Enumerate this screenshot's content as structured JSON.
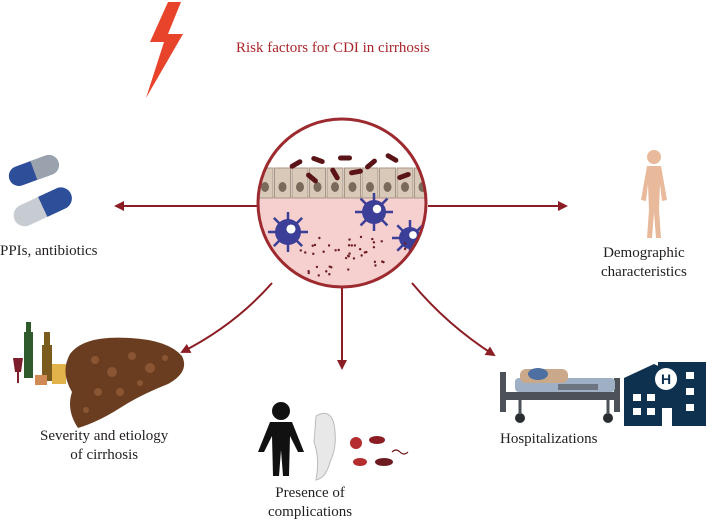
{
  "title": "Risk factors for CDI in cirrhosis",
  "colors": {
    "title": "#a8262b",
    "arrow": "#8b1d24",
    "lightning": "#e8442c",
    "circle_border": "#9c2a2f",
    "tissue_top": "#d9c9b9",
    "tissue_bottom": "#f6cfcf",
    "immune_cell": "#3b3f97",
    "liver": "#6b3d20",
    "hospital": "#0f3150"
  },
  "factors": {
    "ppis": {
      "label": "PPIs, antibiotics",
      "icon": "capsule-pills-icon"
    },
    "demographic": {
      "line1": "Demographic",
      "line2": "characteristics",
      "icon": "human-body-icon"
    },
    "severity": {
      "line1": "Severity and etiology",
      "line2": "of cirrhosis",
      "icon": "liver-alcohol-icon"
    },
    "complications": {
      "line1": "Presence of",
      "line2": "complications",
      "icon": "complications-icon"
    },
    "hospitalizations": {
      "label": "Hospitalizations",
      "icon": "hospital-icon"
    }
  }
}
